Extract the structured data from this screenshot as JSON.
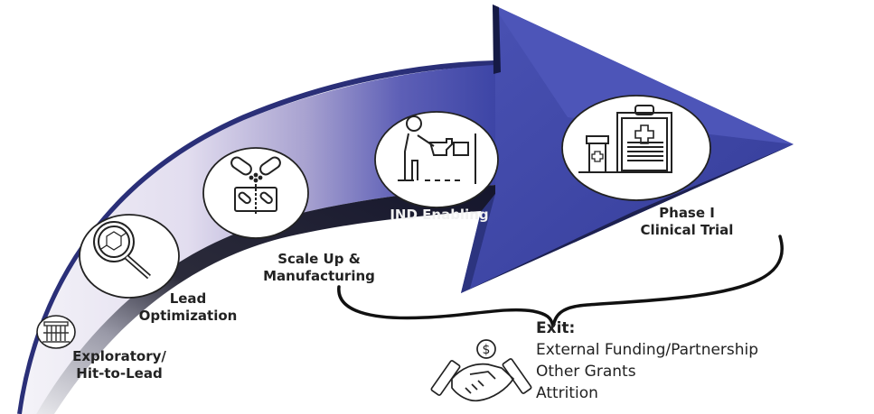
{
  "diagram": {
    "title": "Drug development pipeline arrow",
    "colors": {
      "arrow_dark": "#1b1f4a",
      "arrow_blue": "#3b44a3",
      "arrow_mid": "#5056b5",
      "band_dark": "#1a1a2e",
      "band_light": "#e9e6f2",
      "text": "#222222"
    },
    "stages": [
      {
        "id": "exploratory",
        "icon": "test-tubes-rack-icon",
        "lines": [
          "Exploratory/",
          "Hit-to-Lead"
        ]
      },
      {
        "id": "lead-optimization",
        "icon": "magnifier-molecule-icon",
        "lines": [
          "Lead",
          "Optimization"
        ]
      },
      {
        "id": "scale-up",
        "icon": "capsules-manufacturing-icon",
        "lines": [
          "Scale Up &",
          "Manufacturing"
        ]
      },
      {
        "id": "ind-enabling",
        "icon": "person-puzzle-icon",
        "lines": [
          "IND Enabling"
        ]
      },
      {
        "id": "phase-1",
        "icon": "clipboard-medicine-icon",
        "lines": [
          "Phase I",
          "Clinical Trial"
        ]
      }
    ],
    "exit": {
      "icon": "handshake-dollar-icon",
      "title": "Exit:",
      "items": [
        "External Funding/Partnership",
        "Other Grants",
        "Attrition"
      ]
    }
  }
}
